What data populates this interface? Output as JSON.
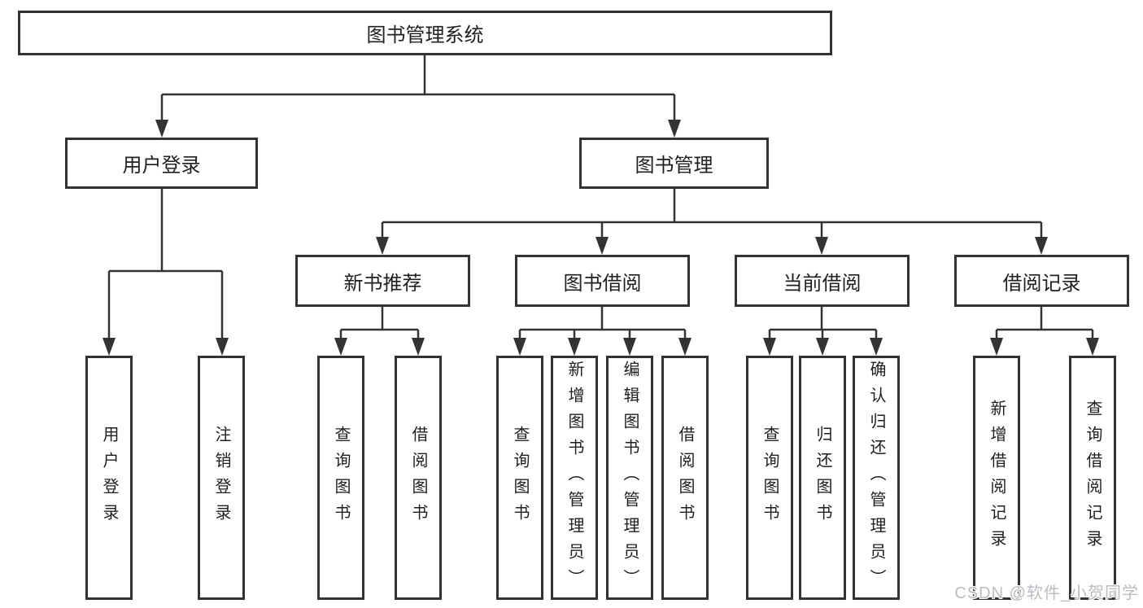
{
  "tree": {
    "root": {
      "label": "图书管理系统"
    },
    "children": [
      {
        "label": "用户登录",
        "children": [
          {
            "label": "用户登录"
          },
          {
            "label": "注销登录"
          }
        ]
      },
      {
        "label": "图书管理",
        "children": [
          {
            "label": "新书推荐",
            "children": [
              {
                "label": "查询图书"
              },
              {
                "label": "借阅图书"
              }
            ]
          },
          {
            "label": "图书借阅",
            "children": [
              {
                "label": "查询图书"
              },
              {
                "label": "新增图书（管理员）"
              },
              {
                "label": "编辑图书（管理员）"
              },
              {
                "label": "借阅图书"
              }
            ]
          },
          {
            "label": "当前借阅",
            "children": [
              {
                "label": "查询图书"
              },
              {
                "label": "归还图书"
              },
              {
                "label": "确认归还（管理员）"
              }
            ]
          },
          {
            "label": "借阅记录",
            "children": [
              {
                "label": "新增借阅记录"
              },
              {
                "label": "查询借阅记录"
              }
            ]
          }
        ]
      }
    ]
  },
  "watermark": {
    "text": "CSDN @软件_小贺同学"
  },
  "colors": {
    "line": "#333333",
    "text": "#1f1f1f",
    "background": "#ffffff",
    "watermark": "#b9bdc1"
  }
}
